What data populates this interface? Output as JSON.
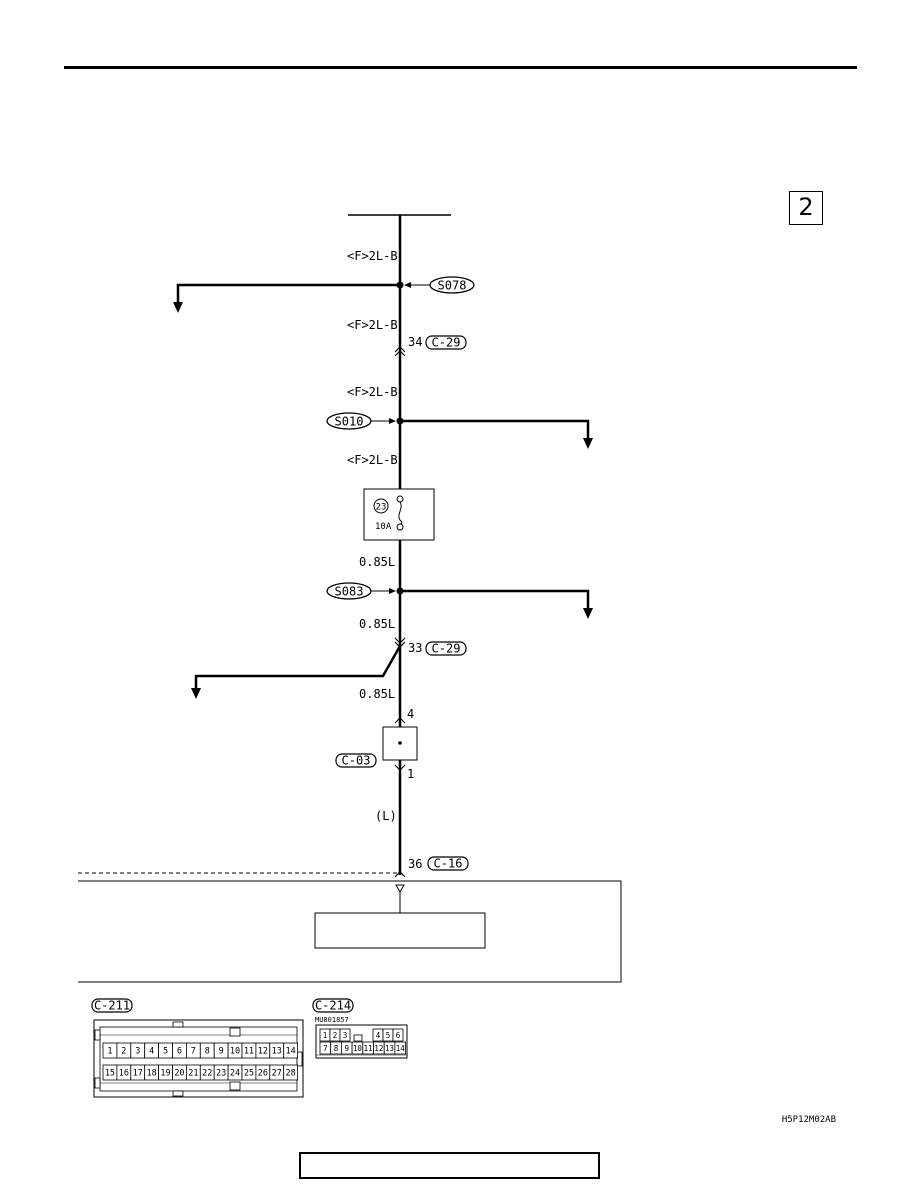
{
  "page": {
    "number": "2",
    "figure_code": "H5P12M02AB"
  },
  "wires": {
    "w1": "<F>2L-B",
    "w2": "<F>2L-B",
    "w3": "<F>2L-B",
    "w4": "<F>2L-B",
    "w5": "0.85L",
    "w6": "0.85L",
    "w7": "0.85L",
    "w8": "(L)"
  },
  "splices": {
    "s1": "S078",
    "s2": "S010",
    "s3": "S083"
  },
  "connectors": {
    "j1": {
      "pin": "34",
      "id": "C-29"
    },
    "j2": {
      "pin": "33",
      "id": "C-29"
    },
    "j3": {
      "id": "C-03",
      "pin_top": "4",
      "pin_bottom": "1"
    },
    "j4": {
      "pin": "36",
      "id": "C-16"
    }
  },
  "fuse": {
    "number": "23",
    "rating": "10A"
  },
  "connector_views": {
    "c211": {
      "id": "C-211",
      "row1": [
        "1",
        "2",
        "3",
        "4",
        "5",
        "6",
        "7",
        "8",
        "9",
        "10",
        "11",
        "12",
        "13",
        "14"
      ],
      "row2": [
        "15",
        "16",
        "17",
        "18",
        "19",
        "20",
        "21",
        "22",
        "23",
        "24",
        "25",
        "26",
        "27",
        "28"
      ]
    },
    "c214": {
      "id": "C-214",
      "part": "MU801857",
      "row1": [
        "1",
        "2",
        "3",
        "4",
        "5",
        "6"
      ],
      "row2": [
        "7",
        "8",
        "9",
        "10",
        "11",
        "12",
        "13",
        "14"
      ]
    }
  }
}
